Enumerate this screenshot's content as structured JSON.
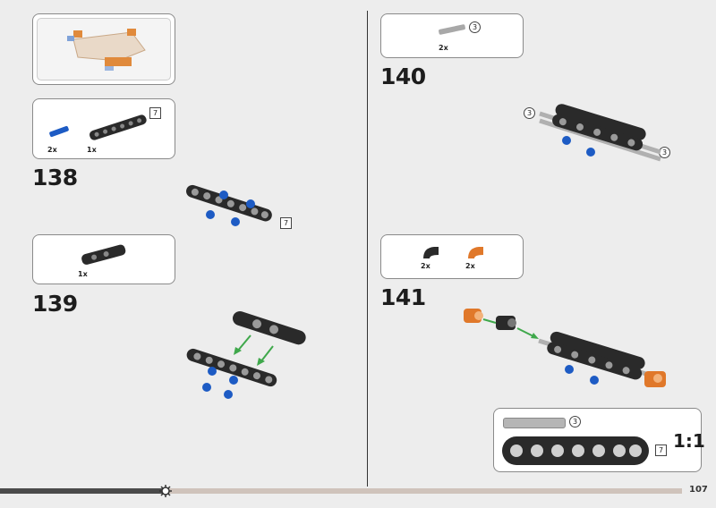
{
  "page_number": "107",
  "steps": {
    "s138": "138",
    "s139": "139",
    "s140": "140",
    "s141": "141"
  },
  "parts": {
    "p138_pin_qty": "2x",
    "p138_beam_qty": "1x",
    "p138_beam_len": "7",
    "p139_qty": "1x",
    "p140_qty": "2x",
    "p140_axle_len": "3",
    "p141_black_qty": "2x",
    "p141_orange_qty": "2x"
  },
  "callouts": {
    "c138_beam_len": "7",
    "c140_axle_left": "3",
    "c140_axle_right": "3"
  },
  "scale": {
    "label": "1:1",
    "axle_len": "3",
    "beam_len": "7"
  },
  "colors": {
    "background": "#ededed",
    "beam": "#2a2a2a",
    "pin_blue": "#1d5bc4",
    "orange": "#e0782a",
    "arrow_green": "#3fa84b"
  }
}
